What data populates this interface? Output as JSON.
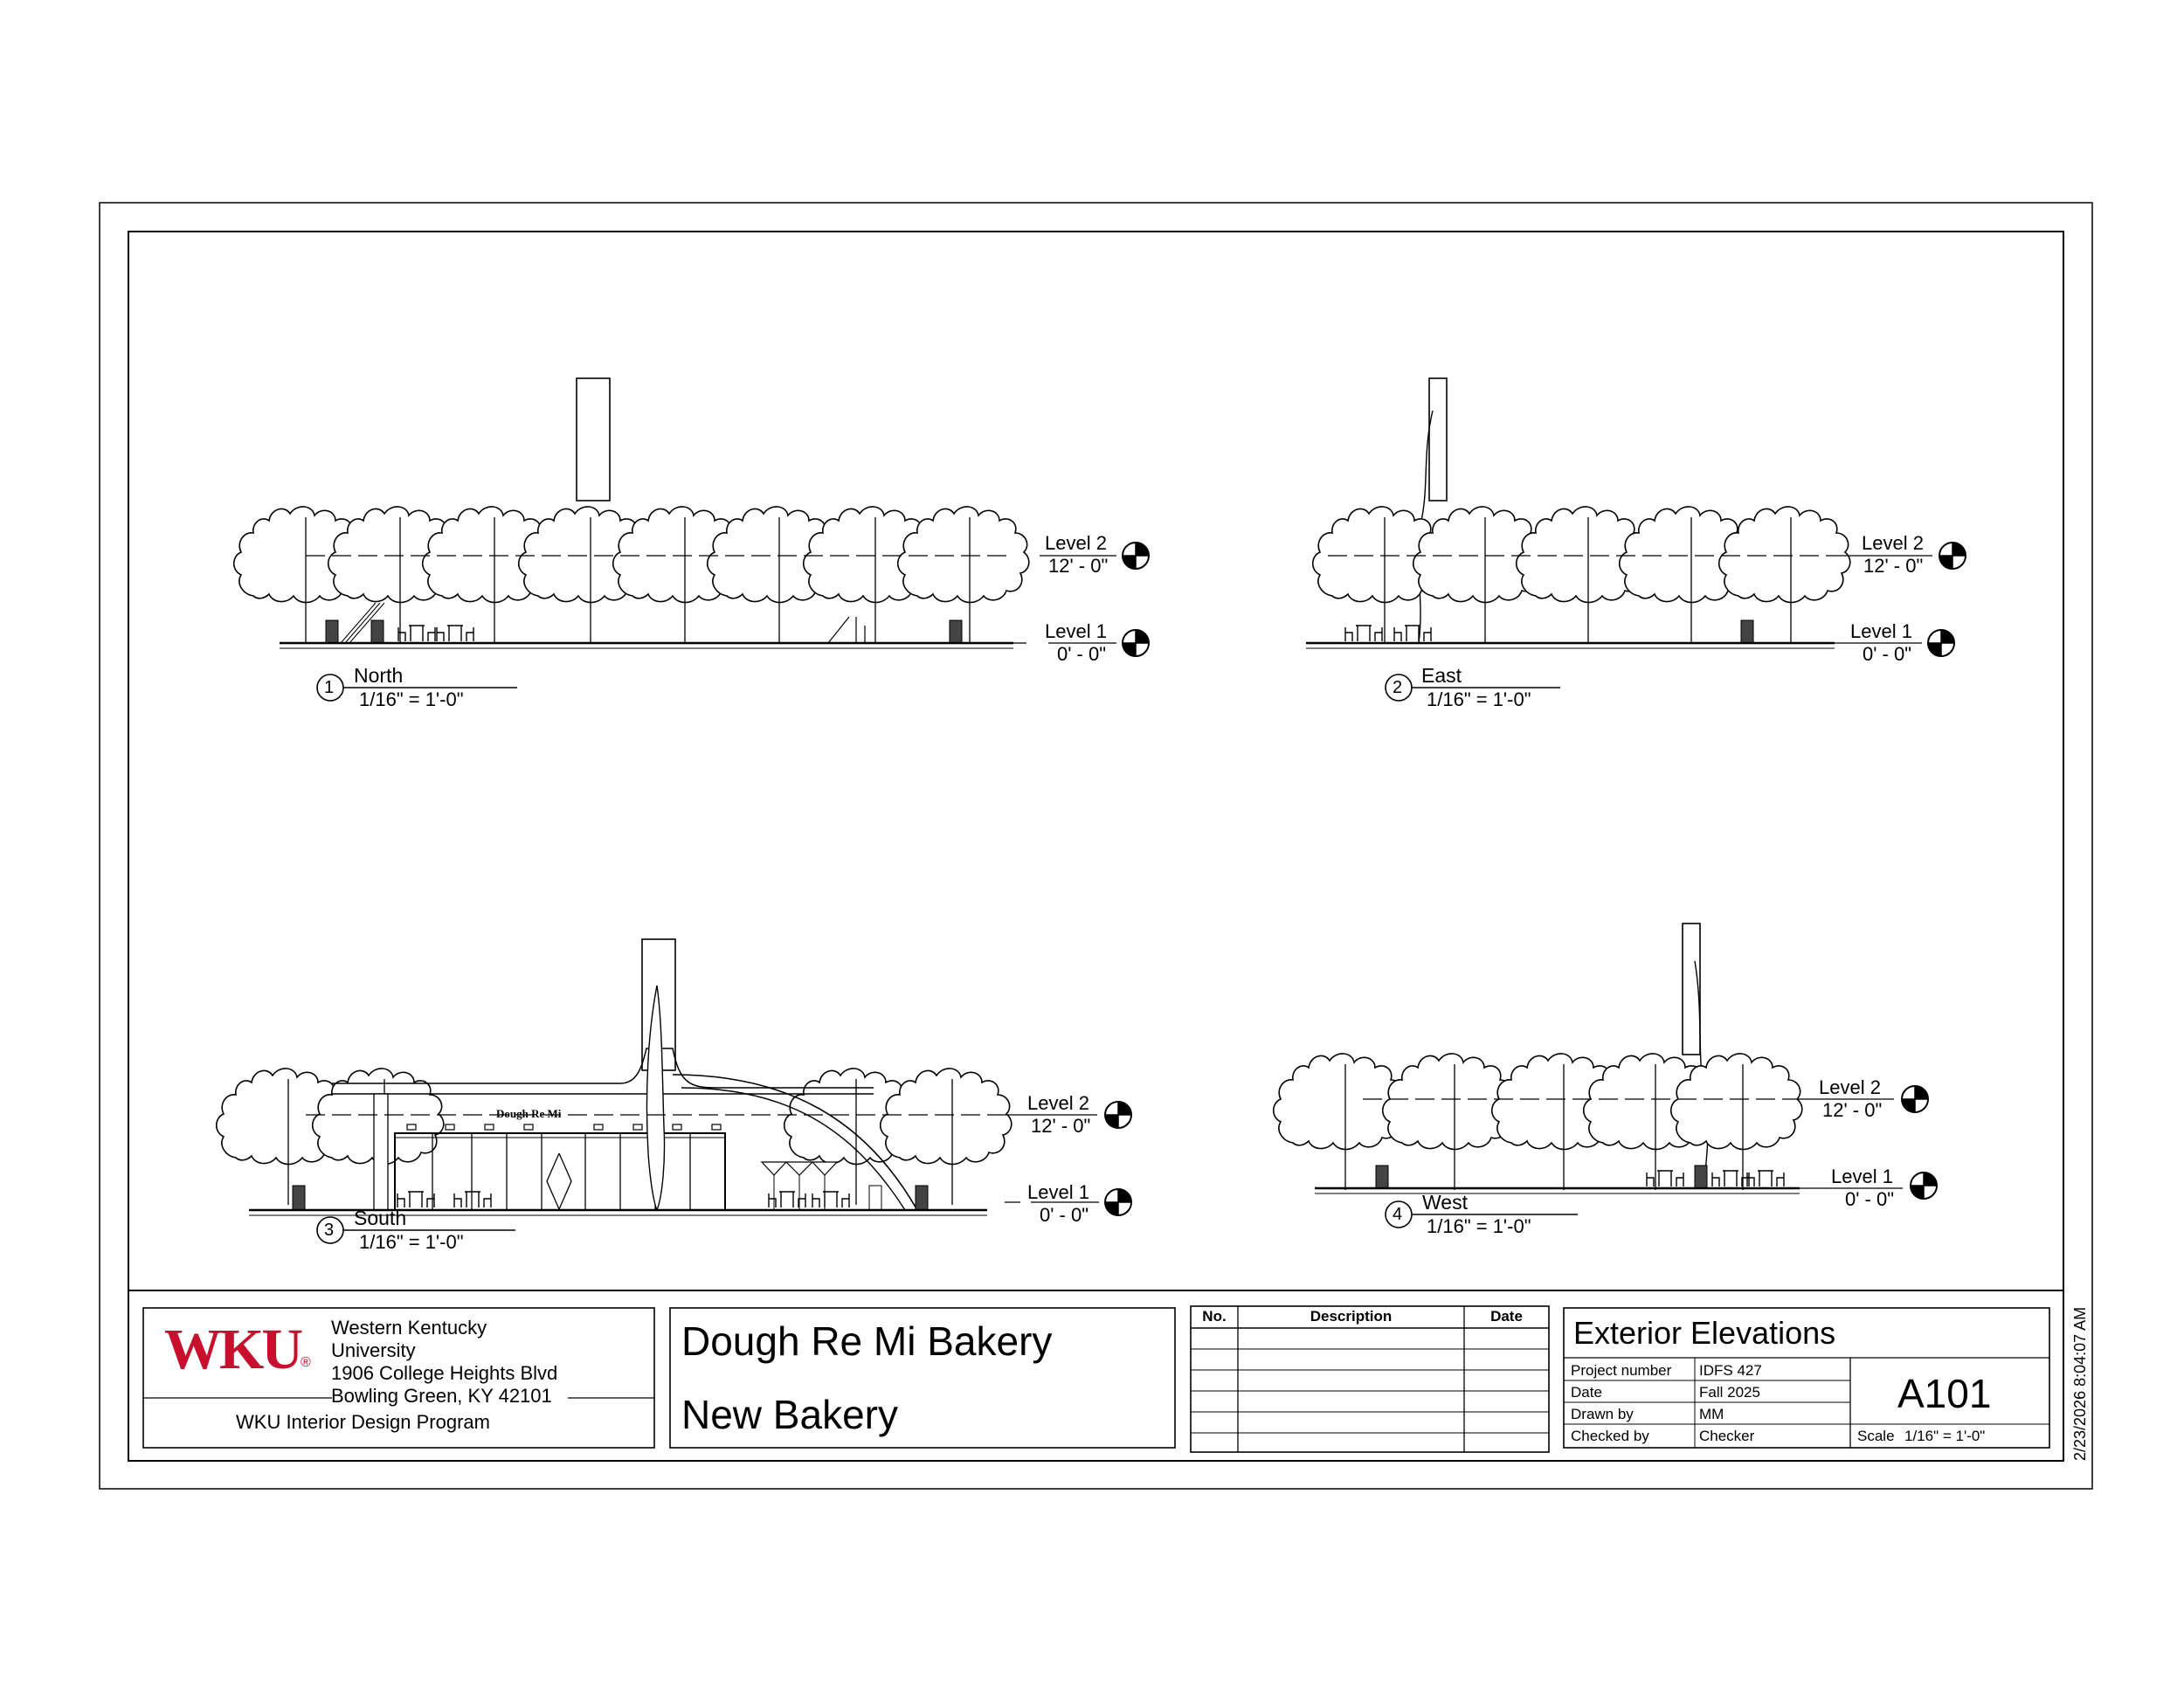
{
  "colors": {
    "line": "#000000",
    "brand_red": "#c8102e",
    "background": "#ffffff"
  },
  "views": [
    {
      "number": "1",
      "title": "North",
      "scale": "1/16\" = 1'-0\""
    },
    {
      "number": "2",
      "title": "East",
      "scale": "1/16\" = 1'-0\""
    },
    {
      "number": "3",
      "title": "South",
      "scale": "1/16\" = 1'-0\""
    },
    {
      "number": "4",
      "title": "West",
      "scale": "1/16\" = 1'-0\""
    }
  ],
  "levels": {
    "level2_name": "Level 2",
    "level2_elev": "12' - 0\"",
    "level1_name": "Level 1",
    "level1_elev": "0' - 0\""
  },
  "signage": {
    "storefront_sign": "Dough Re Mi"
  },
  "titleblock": {
    "logo_text": "WKU",
    "logo_mark": "®",
    "university": "Western Kentucky University",
    "address_line1": "1906 College Heights Blvd",
    "address_line2": "Bowling Green, KY 42101",
    "program": "WKU Interior Design Program",
    "project_name": "Dough Re Mi Bakery",
    "project_subtitle": "New Bakery",
    "revisions": {
      "col_no": "No.",
      "col_description": "Description",
      "col_date": "Date"
    },
    "sheet_title": "Exterior Elevations",
    "project_number_label": "Project number",
    "project_number": "IDFS 427",
    "date_label": "Date",
    "date": "Fall 2025",
    "drawn_by_label": "Drawn by",
    "drawn_by": "MM",
    "checked_by_label": "Checked by",
    "checked_by": "Checker",
    "sheet_number": "A101",
    "scale_label": "Scale",
    "scale": "1/16\" = 1'-0\""
  },
  "timestamp": "2/23/2026 8:04:07 AM"
}
